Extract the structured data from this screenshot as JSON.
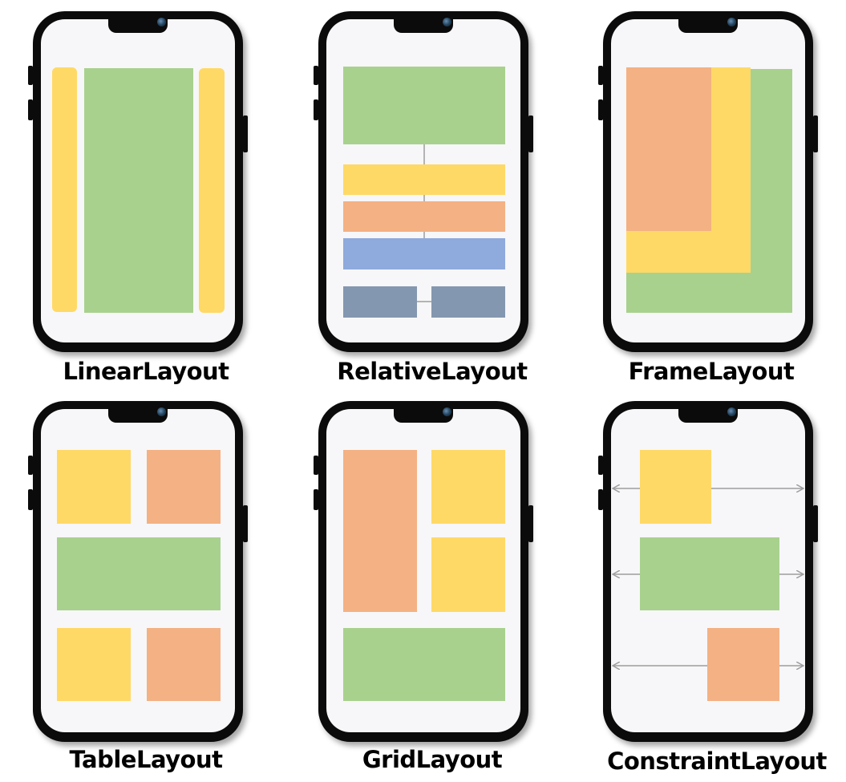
{
  "layouts": {
    "linear": "LinearLayout",
    "relative": "RelativeLayout",
    "frame": "FrameLayout",
    "table": "TableLayout",
    "grid": "GridLayout",
    "constraint": "ConstraintLayout"
  },
  "colors": {
    "yellow": "#ffd966",
    "green": "#a9d18e",
    "orange": "#f4b183",
    "blue": "#8faadc",
    "slate": "#8497b0",
    "connector": "#9e9e9e"
  }
}
